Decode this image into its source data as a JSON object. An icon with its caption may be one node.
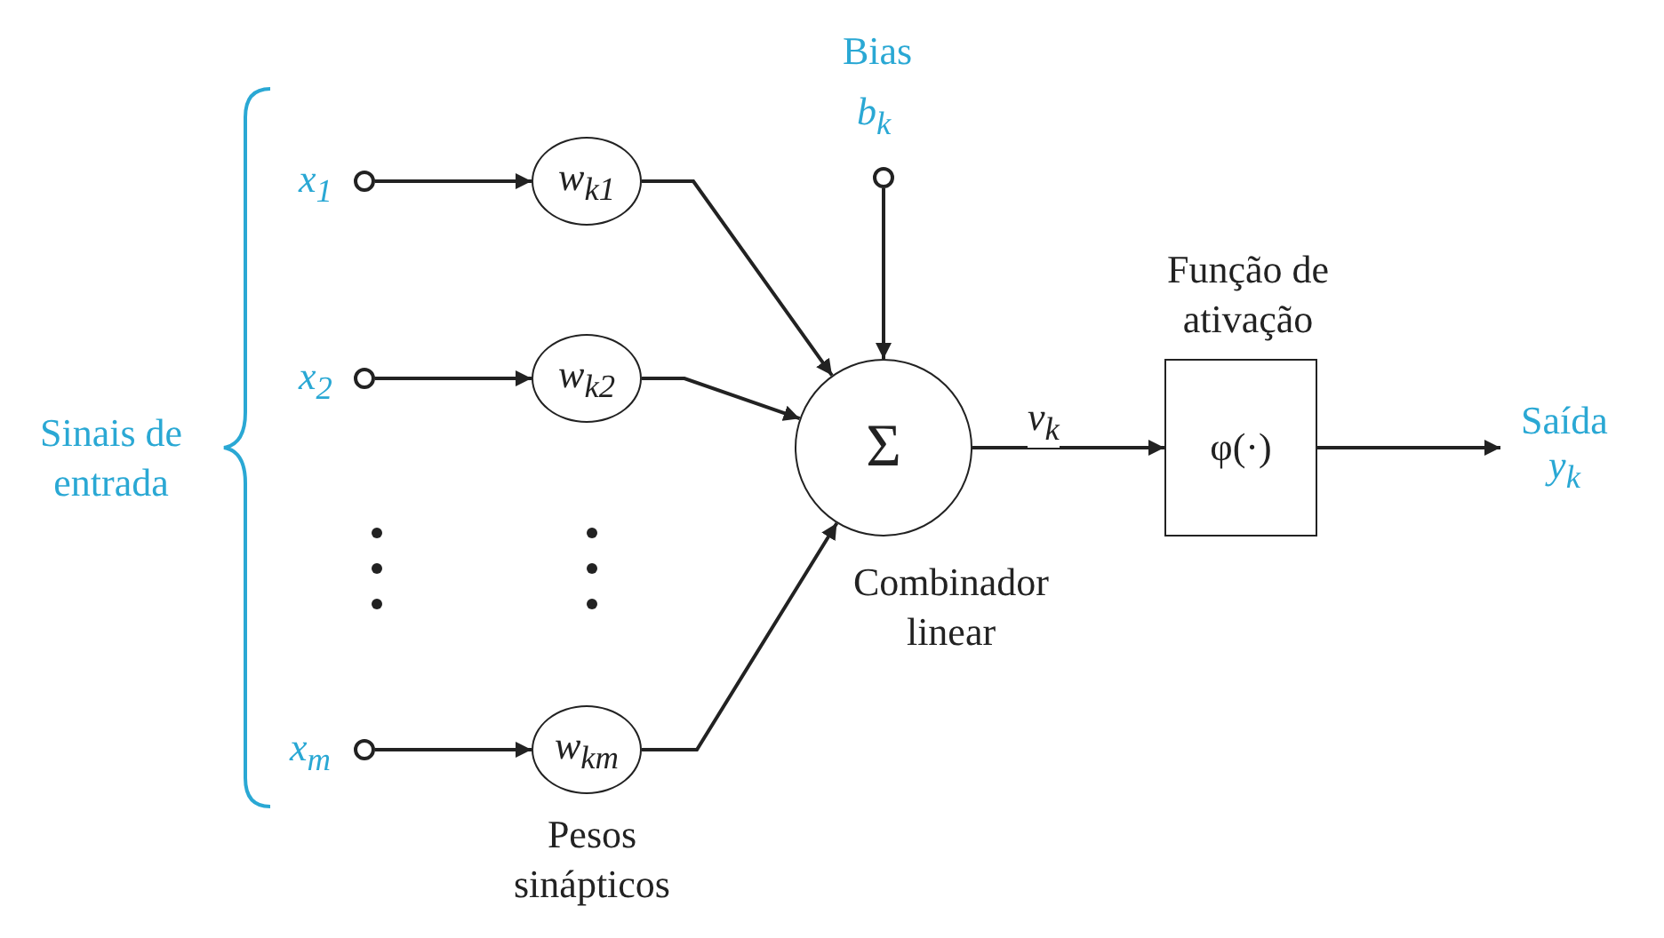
{
  "diagram": {
    "nodes": [
      {
        "text": [],
        "shape": "circle",
        "beside": [
          "x$_{1}$"
        ]
      },
      {
        "text": [],
        "shape": "circle",
        "beside": [
          "x$_{2}$"
        ]
      },
      {
        "text": [],
        "shape": "circle",
        "beside": [
          "x$_{m}$"
        ]
      },
      {
        "text": [
          "w$_{k1}$"
        ]
      },
      {
        "text": [
          "w$_{k2}$"
        ]
      },
      {
        "text": [
          "w$_{km}$"
        ]
      },
      {
        "text": [],
        "shape": "circle",
        "beside": [
          "Bias",
          "b$_{k}$"
        ]
      },
      {
        "text": [
          "Σ"
        ],
        "beside": [
          "Combinador linear"
        ]
      },
      {
        "text": [
          "φ(·)"
        ],
        "beside": [
          "Função de ativação"
        ]
      },
      {
        "text": [
          "Saída",
          "y$_{k}$"
        ]
      }
    ],
    "edges": [
      {
        "from": 0,
        "to": 3,
        "arrow": "to"
      },
      {
        "from": 1,
        "to": 4,
        "arrow": "to"
      },
      {
        "from": 2,
        "to": 5,
        "arrow": "to"
      },
      {
        "from": 3,
        "to": 7,
        "arrow": "to"
      },
      {
        "from": 4,
        "to": 7,
        "arrow": "to"
      },
      {
        "from": 5,
        "to": 7,
        "arrow": "to"
      },
      {
        "from": 6,
        "to": 7,
        "arrow": "to"
      },
      {
        "from": 7,
        "to": 8,
        "arrow": "to",
        "label": "v$_{k}$"
      },
      {
        "from": 8,
        "to": 9,
        "arrow": "to"
      }
    ],
    "labels": [
      "Sinais de entrada",
      "Pesos sinápticos"
    ]
  }
}
